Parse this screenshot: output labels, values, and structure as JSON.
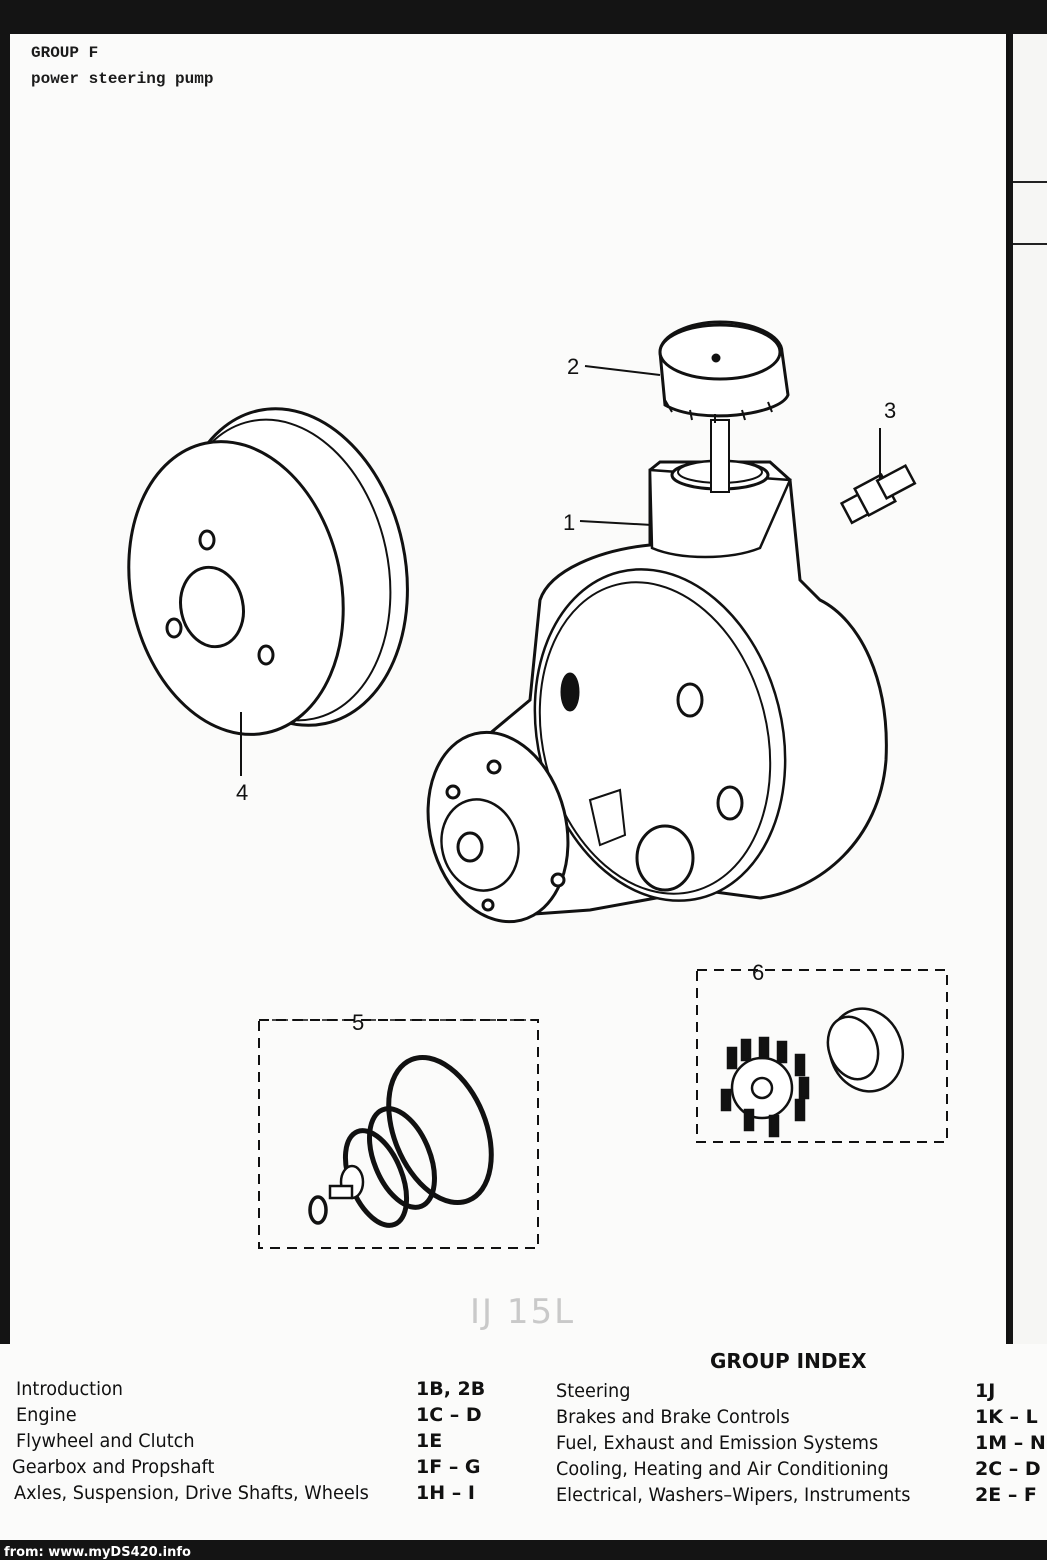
{
  "header": {
    "group": "GROUP F",
    "subtitle": "power steering pump"
  },
  "diagram": {
    "callouts": [
      "1",
      "2",
      "3",
      "4",
      "5",
      "6"
    ]
  },
  "handwritten_note": "IJ 15L",
  "group_index": {
    "title": "GROUP INDEX",
    "left": [
      {
        "label": "Introduction",
        "code": "1B, 2B"
      },
      {
        "label": "Engine",
        "code": "1C – D"
      },
      {
        "label": "Flywheel and Clutch",
        "code": "1E"
      },
      {
        "label": "Gearbox and Propshaft",
        "code": "1F – G"
      },
      {
        "label": "Axles, Suspension, Drive Shafts, Wheels",
        "code": "1H – I"
      }
    ],
    "right": [
      {
        "label": "Steering",
        "code": "1J"
      },
      {
        "label": "Brakes and Brake Controls",
        "code": "1K – L"
      },
      {
        "label": "Fuel, Exhaust and Emission Systems",
        "code": "1M – N"
      },
      {
        "label": "Cooling, Heating and Air Conditioning",
        "code": "2C – D"
      },
      {
        "label": "Electrical, Washers–Wipers, Instruments",
        "code": "2E – F"
      }
    ]
  },
  "footer": "from: www.myDS420.info"
}
